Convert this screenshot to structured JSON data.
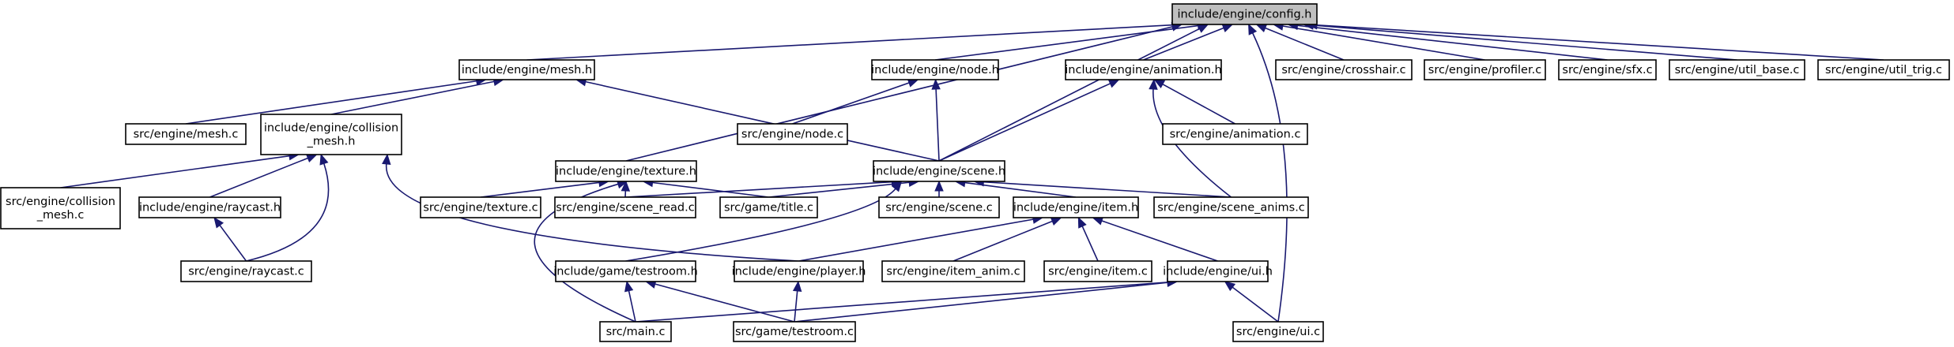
{
  "graph": {
    "edge_color": "#191970",
    "root_fill": "#bfbfbf",
    "node_fill": "#ffffff",
    "nodes": [
      {
        "id": "config_h",
        "lines": [
          "include/engine/config.h"
        ],
        "root": true
      },
      {
        "id": "mesh_h",
        "lines": [
          "include/engine/mesh.h"
        ]
      },
      {
        "id": "node_h",
        "lines": [
          "include/engine/node.h"
        ]
      },
      {
        "id": "animation_h",
        "lines": [
          "include/engine/animation.h"
        ]
      },
      {
        "id": "crosshair_c",
        "lines": [
          "src/engine/crosshair.c"
        ]
      },
      {
        "id": "profiler_c",
        "lines": [
          "src/engine/profiler.c"
        ]
      },
      {
        "id": "sfx_c",
        "lines": [
          "src/engine/sfx.c"
        ]
      },
      {
        "id": "util_base_c",
        "lines": [
          "src/engine/util_base.c"
        ]
      },
      {
        "id": "util_trig_c",
        "lines": [
          "src/engine/util_trig.c"
        ]
      },
      {
        "id": "mesh_c",
        "lines": [
          "src/engine/mesh.c"
        ]
      },
      {
        "id": "collision_mesh_h",
        "lines": [
          "include/engine/collision",
          "_mesh.h"
        ]
      },
      {
        "id": "texture_h",
        "lines": [
          "include/engine/texture.h"
        ]
      },
      {
        "id": "node_c",
        "lines": [
          "src/engine/node.c"
        ]
      },
      {
        "id": "scene_h",
        "lines": [
          "include/engine/scene.h"
        ]
      },
      {
        "id": "animation_c",
        "lines": [
          "src/engine/animation.c"
        ]
      },
      {
        "id": "collision_mesh_c",
        "lines": [
          "src/engine/collision",
          "_mesh.c"
        ]
      },
      {
        "id": "raycast_h",
        "lines": [
          "include/engine/raycast.h"
        ]
      },
      {
        "id": "texture_c",
        "lines": [
          "src/engine/texture.c"
        ]
      },
      {
        "id": "scene_read_c",
        "lines": [
          "src/engine/scene_read.c"
        ]
      },
      {
        "id": "title_c",
        "lines": [
          "src/game/title.c"
        ]
      },
      {
        "id": "scene_c",
        "lines": [
          "src/engine/scene.c"
        ]
      },
      {
        "id": "item_h",
        "lines": [
          "include/engine/item.h"
        ]
      },
      {
        "id": "scene_anims_c",
        "lines": [
          "src/engine/scene_anims.c"
        ]
      },
      {
        "id": "raycast_c",
        "lines": [
          "src/engine/raycast.c"
        ]
      },
      {
        "id": "testroom_h",
        "lines": [
          "include/game/testroom.h"
        ]
      },
      {
        "id": "player_h",
        "lines": [
          "include/engine/player.h"
        ]
      },
      {
        "id": "item_anim_c",
        "lines": [
          "src/engine/item_anim.c"
        ]
      },
      {
        "id": "item_c",
        "lines": [
          "src/engine/item.c"
        ]
      },
      {
        "id": "ui_h",
        "lines": [
          "include/engine/ui.h"
        ]
      },
      {
        "id": "main_c",
        "lines": [
          "src/main.c"
        ]
      },
      {
        "id": "testroom_c",
        "lines": [
          "src/game/testroom.c"
        ]
      },
      {
        "id": "ui_c",
        "lines": [
          "src/engine/ui.c"
        ]
      }
    ],
    "edges": [
      [
        "mesh_h",
        "config_h"
      ],
      [
        "node_h",
        "config_h"
      ],
      [
        "animation_h",
        "config_h"
      ],
      [
        "crosshair_c",
        "config_h"
      ],
      [
        "profiler_c",
        "config_h"
      ],
      [
        "sfx_c",
        "config_h"
      ],
      [
        "util_base_c",
        "config_h"
      ],
      [
        "util_trig_c",
        "config_h"
      ],
      [
        "texture_h",
        "config_h"
      ],
      [
        "scene_h",
        "config_h"
      ],
      [
        "ui_c",
        "config_h"
      ],
      [
        "mesh_c",
        "mesh_h"
      ],
      [
        "collision_mesh_h",
        "mesh_h"
      ],
      [
        "scene_h",
        "mesh_h"
      ],
      [
        "node_c",
        "node_h"
      ],
      [
        "scene_h",
        "node_h"
      ],
      [
        "scene_h",
        "animation_h"
      ],
      [
        "animation_c",
        "animation_h"
      ],
      [
        "scene_anims_c",
        "animation_h"
      ],
      [
        "collision_mesh_c",
        "collision_mesh_h"
      ],
      [
        "raycast_h",
        "collision_mesh_h"
      ],
      [
        "raycast_c",
        "collision_mesh_h"
      ],
      [
        "player_h",
        "collision_mesh_h"
      ],
      [
        "texture_c",
        "texture_h"
      ],
      [
        "scene_read_c",
        "texture_h"
      ],
      [
        "title_c",
        "texture_h"
      ],
      [
        "main_c",
        "texture_h"
      ],
      [
        "scene_read_c",
        "scene_h"
      ],
      [
        "title_c",
        "scene_h"
      ],
      [
        "scene_c",
        "scene_h"
      ],
      [
        "item_h",
        "scene_h"
      ],
      [
        "scene_anims_c",
        "scene_h"
      ],
      [
        "testroom_h",
        "scene_h"
      ],
      [
        "raycast_c",
        "raycast_h"
      ],
      [
        "player_h",
        "item_h"
      ],
      [
        "item_anim_c",
        "item_h"
      ],
      [
        "item_c",
        "item_h"
      ],
      [
        "ui_h",
        "item_h"
      ],
      [
        "main_c",
        "testroom_h"
      ],
      [
        "testroom_c",
        "testroom_h"
      ],
      [
        "testroom_c",
        "player_h"
      ],
      [
        "main_c",
        "ui_h"
      ],
      [
        "testroom_c",
        "ui_h"
      ],
      [
        "ui_c",
        "ui_h"
      ]
    ]
  }
}
